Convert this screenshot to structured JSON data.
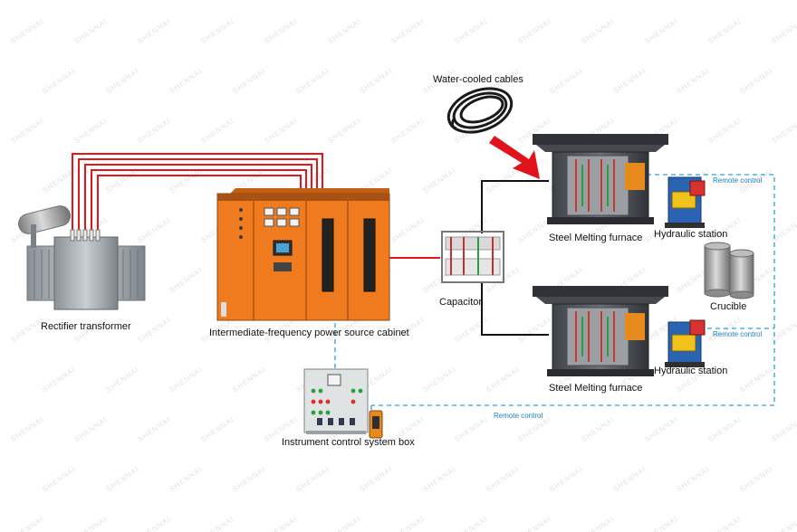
{
  "labels": {
    "transformer": "Rectifier transformer",
    "cabinet": "Intermediate-frequency power source cabinet",
    "capacitor": "Capacitor",
    "cables": "Water-cooled cables",
    "furnace_top": "Steel Melting furnace",
    "furnace_bottom": "Steel Melting furnace",
    "hydraulic_top": "Hydraulic station",
    "hydraulic_bottom": "Hydraulic station",
    "crucible": "Crucible",
    "control_box": "Instrument control system box"
  },
  "remote": {
    "top": "Remote control",
    "middle": "Remote control",
    "bottom": "Remote control"
  },
  "watermark": "SHENNAI",
  "colors": {
    "cabinet": "#f07a1e",
    "power_wire": "#e8141b",
    "dc_wire": "#111111",
    "remote_line": "#29a3dd",
    "transformer": "#9aa1a6"
  }
}
